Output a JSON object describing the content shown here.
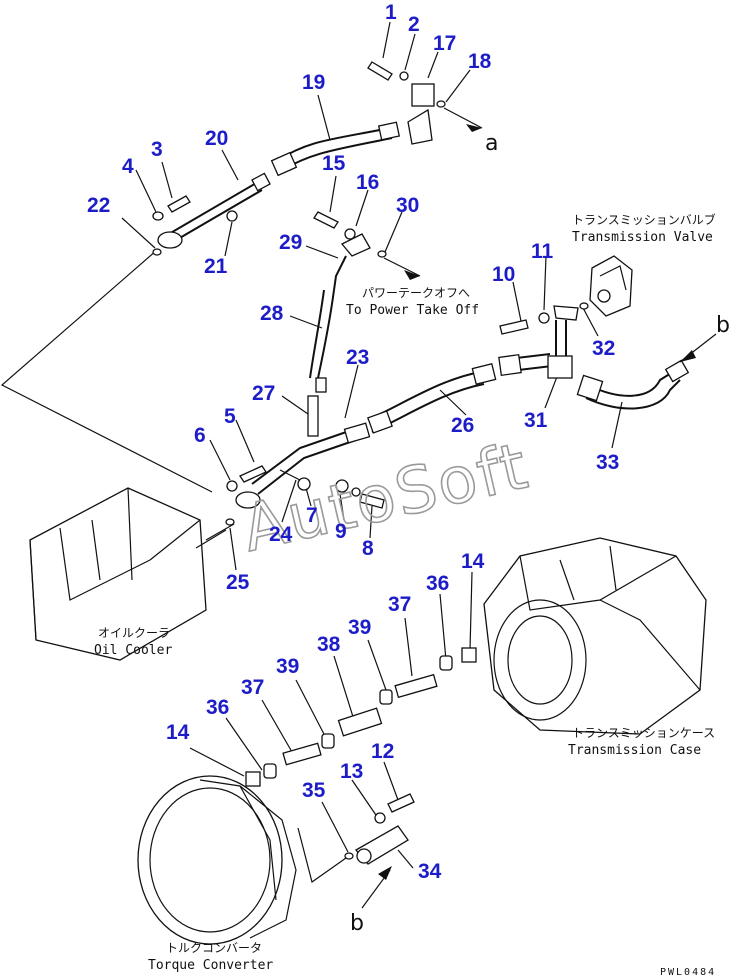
{
  "watermark": "AutoSoft",
  "drawing_code": "PWL0484",
  "callouts": [
    {
      "label": "1"
    },
    {
      "label": "2"
    },
    {
      "label": "17"
    },
    {
      "label": "18"
    },
    {
      "label": "19"
    },
    {
      "label": "20"
    },
    {
      "label": "3"
    },
    {
      "label": "4"
    },
    {
      "label": "22"
    },
    {
      "label": "21"
    },
    {
      "label": "15"
    },
    {
      "label": "16"
    },
    {
      "label": "30"
    },
    {
      "label": "29"
    },
    {
      "label": "28"
    },
    {
      "label": "11"
    },
    {
      "label": "10"
    },
    {
      "label": "32"
    },
    {
      "label": "23"
    },
    {
      "label": "27"
    },
    {
      "label": "31"
    },
    {
      "label": "33"
    },
    {
      "label": "26"
    },
    {
      "label": "6"
    },
    {
      "label": "5"
    },
    {
      "label": "7"
    },
    {
      "label": "9"
    },
    {
      "label": "24"
    },
    {
      "label": "8"
    },
    {
      "label": "25"
    },
    {
      "label": "14"
    },
    {
      "label": "36"
    },
    {
      "label": "37"
    },
    {
      "label": "39"
    },
    {
      "label": "38"
    },
    {
      "label": "39"
    },
    {
      "label": "37"
    },
    {
      "label": "36"
    },
    {
      "label": "14"
    },
    {
      "label": "12"
    },
    {
      "label": "13"
    },
    {
      "label": "35"
    },
    {
      "label": "34"
    }
  ],
  "labels": {
    "transmission_valve_jp": "トランスミッションバルブ",
    "transmission_valve_en": "Transmission Valve",
    "pto_jp": "パワーテークオフへ",
    "pto_en": "To Power Take Off",
    "oil_cooler_jp": "オイルクーラ",
    "oil_cooler_en": "Oil Cooler",
    "transmission_case_jp": "トランスミッションケース",
    "transmission_case_en": "Transmission Case",
    "torque_converter_jp": "トルクコンバータ",
    "torque_converter_en": "Torque Converter"
  },
  "arrow_markers": {
    "a": "a",
    "b_top": "b",
    "b_bottom": "b"
  }
}
